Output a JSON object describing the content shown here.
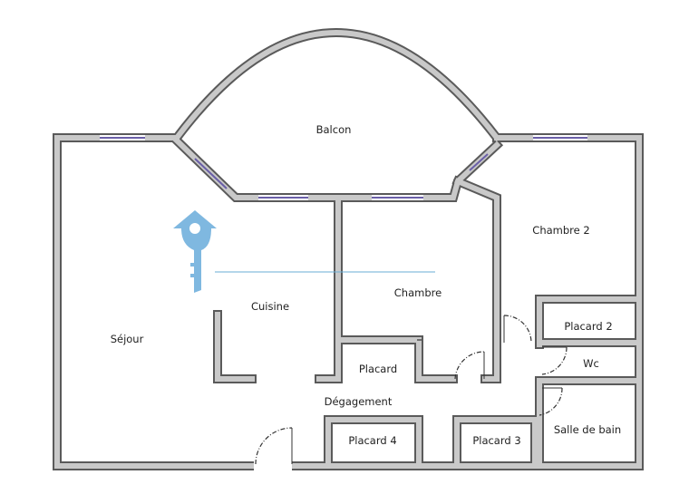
{
  "plan": {
    "rooms": [
      {
        "name": "Balcon"
      },
      {
        "name": "Séjour"
      },
      {
        "name": "Cuisine"
      },
      {
        "name": "Chambre"
      },
      {
        "name": "Chambre 2"
      },
      {
        "name": "Placard 2"
      },
      {
        "name": "Wc"
      },
      {
        "name": "Placard"
      },
      {
        "name": "Dégagement"
      },
      {
        "name": "Placard 4"
      },
      {
        "name": "Placard 3"
      },
      {
        "name": "Salle de bain"
      }
    ],
    "colors": {
      "wall_fill": "#c9c9c9",
      "wall_edge": "#5a5a5a",
      "window": "#6a5fa8",
      "logo": "#7fb8e0"
    },
    "logo_icon": "house-key-icon"
  }
}
